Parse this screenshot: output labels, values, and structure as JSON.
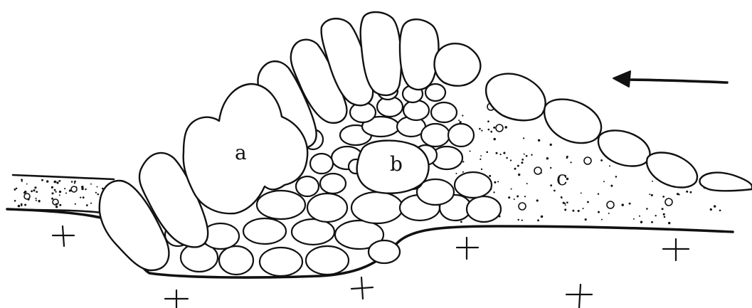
{
  "labels": {
    "a": "a",
    "b": "b",
    "c": "c"
  },
  "icons": {
    "direction": "arrow-left-icon",
    "plus": "plus-icon"
  }
}
